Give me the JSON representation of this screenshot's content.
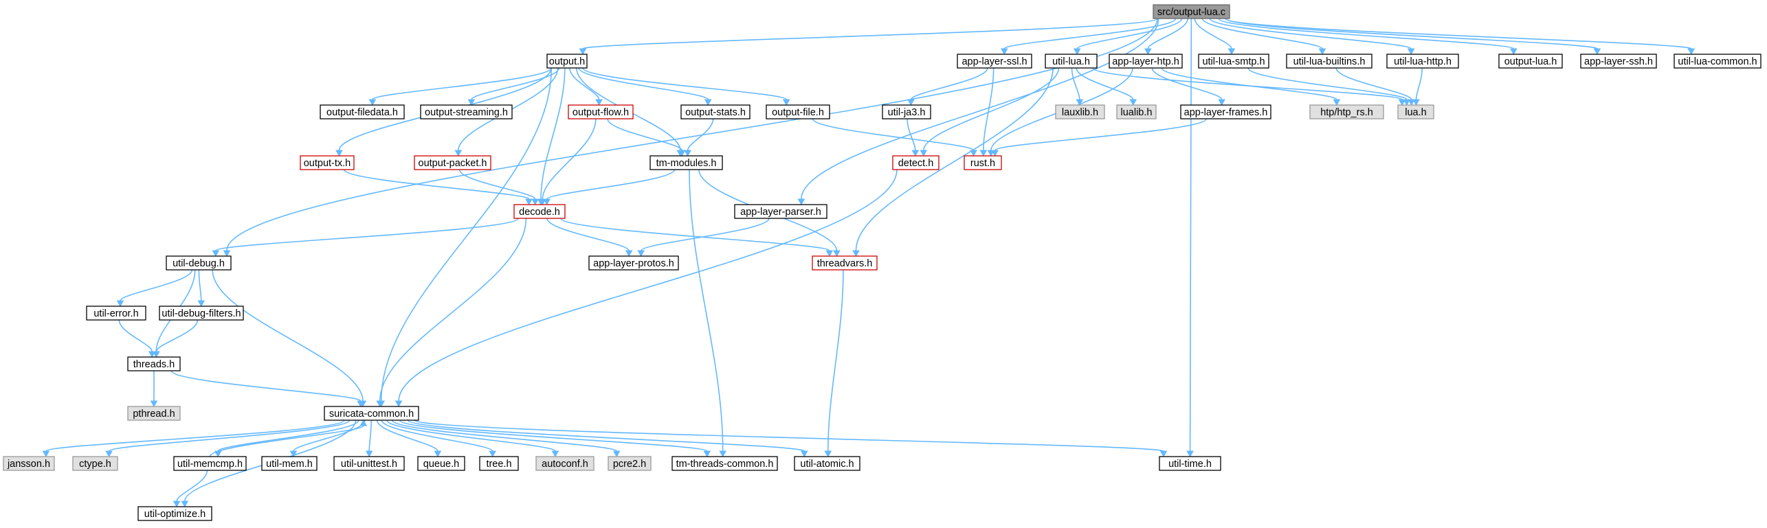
{
  "diagram": {
    "colors": {
      "edge": "#63b8ff",
      "root_fill": "#999999",
      "node_fill": "#ffffff",
      "node_border": "#000000",
      "truncated_border": "#cc0000",
      "external_fill": "#e0e0e0",
      "external_border": "#999999"
    },
    "nodes": [
      {
        "id": "root",
        "label": "src/output-lua.c",
        "kind": "root"
      },
      {
        "id": "output_h",
        "label": "output.h",
        "kind": "normal"
      },
      {
        "id": "app_layer_ssl",
        "label": "app-layer-ssl.h",
        "kind": "normal"
      },
      {
        "id": "util_lua",
        "label": "util-lua.h",
        "kind": "normal"
      },
      {
        "id": "app_layer_htp",
        "label": "app-layer-htp.h",
        "kind": "normal"
      },
      {
        "id": "util_lua_smtp",
        "label": "util-lua-smtp.h",
        "kind": "normal"
      },
      {
        "id": "util_lua_builtins",
        "label": "util-lua-builtins.h",
        "kind": "normal"
      },
      {
        "id": "util_lua_http",
        "label": "util-lua-http.h",
        "kind": "normal"
      },
      {
        "id": "output_lua_h",
        "label": "output-lua.h",
        "kind": "normal"
      },
      {
        "id": "app_layer_ssh",
        "label": "app-layer-ssh.h",
        "kind": "normal"
      },
      {
        "id": "util_lua_common",
        "label": "util-lua-common.h",
        "kind": "normal"
      },
      {
        "id": "output_filedata",
        "label": "output-filedata.h",
        "kind": "normal"
      },
      {
        "id": "output_streaming",
        "label": "output-streaming.h",
        "kind": "normal"
      },
      {
        "id": "output_flow",
        "label": "output-flow.h",
        "kind": "truncated"
      },
      {
        "id": "output_stats",
        "label": "output-stats.h",
        "kind": "normal"
      },
      {
        "id": "output_file",
        "label": "output-file.h",
        "kind": "normal"
      },
      {
        "id": "util_ja3",
        "label": "util-ja3.h",
        "kind": "normal"
      },
      {
        "id": "lauxlib",
        "label": "lauxlib.h",
        "kind": "external"
      },
      {
        "id": "lualib",
        "label": "lualib.h",
        "kind": "external"
      },
      {
        "id": "app_layer_frames",
        "label": "app-layer-frames.h",
        "kind": "normal"
      },
      {
        "id": "htp_rs",
        "label": "htp/htp_rs.h",
        "kind": "external"
      },
      {
        "id": "lua_h",
        "label": "lua.h",
        "kind": "external"
      },
      {
        "id": "output_tx",
        "label": "output-tx.h",
        "kind": "truncated"
      },
      {
        "id": "output_packet",
        "label": "output-packet.h",
        "kind": "truncated"
      },
      {
        "id": "tm_modules",
        "label": "tm-modules.h",
        "kind": "normal"
      },
      {
        "id": "detect_h",
        "label": "detect.h",
        "kind": "truncated"
      },
      {
        "id": "rust_h",
        "label": "rust.h",
        "kind": "truncated"
      },
      {
        "id": "decode_h",
        "label": "decode.h",
        "kind": "truncated"
      },
      {
        "id": "app_layer_parser",
        "label": "app-layer-parser.h",
        "kind": "normal"
      },
      {
        "id": "util_debug",
        "label": "util-debug.h",
        "kind": "normal"
      },
      {
        "id": "app_layer_protos",
        "label": "app-layer-protos.h",
        "kind": "normal"
      },
      {
        "id": "threadvars",
        "label": "threadvars.h",
        "kind": "truncated"
      },
      {
        "id": "util_error",
        "label": "util-error.h",
        "kind": "normal"
      },
      {
        "id": "util_debug_filters",
        "label": "util-debug-filters.h",
        "kind": "normal"
      },
      {
        "id": "threads_h",
        "label": "threads.h",
        "kind": "normal"
      },
      {
        "id": "pthread_h",
        "label": "pthread.h",
        "kind": "external"
      },
      {
        "id": "suricata_common",
        "label": "suricata-common.h",
        "kind": "normal"
      },
      {
        "id": "jansson",
        "label": "jansson.h",
        "kind": "external"
      },
      {
        "id": "ctype_h",
        "label": "ctype.h",
        "kind": "external"
      },
      {
        "id": "util_memcmp",
        "label": "util-memcmp.h",
        "kind": "normal"
      },
      {
        "id": "util_mem",
        "label": "util-mem.h",
        "kind": "normal"
      },
      {
        "id": "util_unittest",
        "label": "util-unittest.h",
        "kind": "normal"
      },
      {
        "id": "queue_h",
        "label": "queue.h",
        "kind": "normal"
      },
      {
        "id": "tree_h",
        "label": "tree.h",
        "kind": "normal"
      },
      {
        "id": "autoconf",
        "label": "autoconf.h",
        "kind": "external"
      },
      {
        "id": "pcre2",
        "label": "pcre2.h",
        "kind": "external"
      },
      {
        "id": "tm_threads_common",
        "label": "tm-threads-common.h",
        "kind": "normal"
      },
      {
        "id": "util_atomic",
        "label": "util-atomic.h",
        "kind": "normal"
      },
      {
        "id": "util_time",
        "label": "util-time.h",
        "kind": "normal"
      },
      {
        "id": "util_optimize",
        "label": "util-optimize.h",
        "kind": "normal"
      }
    ],
    "edges": [
      [
        "root",
        "output_h"
      ],
      [
        "root",
        "app_layer_ssl"
      ],
      [
        "root",
        "util_lua"
      ],
      [
        "root",
        "app_layer_htp"
      ],
      [
        "root",
        "util_lua_smtp"
      ],
      [
        "root",
        "util_lua_builtins"
      ],
      [
        "root",
        "util_lua_http"
      ],
      [
        "root",
        "output_lua_h"
      ],
      [
        "root",
        "app_layer_ssh"
      ],
      [
        "root",
        "util_lua_common"
      ],
      [
        "root",
        "util_debug"
      ],
      [
        "root",
        "app_layer_parser"
      ],
      [
        "root",
        "util_time"
      ],
      [
        "output_h",
        "output_filedata"
      ],
      [
        "output_h",
        "output_streaming"
      ],
      [
        "output_h",
        "output_flow"
      ],
      [
        "output_h",
        "output_stats"
      ],
      [
        "output_h",
        "output_file"
      ],
      [
        "output_h",
        "output_tx"
      ],
      [
        "output_h",
        "output_packet"
      ],
      [
        "output_h",
        "tm_modules"
      ],
      [
        "output_h",
        "decode_h"
      ],
      [
        "output_h",
        "suricata_common"
      ],
      [
        "app_layer_ssl",
        "util_ja3"
      ],
      [
        "app_layer_ssl",
        "rust_h"
      ],
      [
        "util_lua",
        "lauxlib"
      ],
      [
        "util_lua",
        "lualib"
      ],
      [
        "util_lua",
        "lua_h"
      ],
      [
        "util_lua",
        "detect_h"
      ],
      [
        "util_lua",
        "threadvars"
      ],
      [
        "app_layer_htp",
        "app_layer_frames"
      ],
      [
        "app_layer_htp",
        "htp_rs"
      ],
      [
        "app_layer_htp",
        "rust_h"
      ],
      [
        "util_lua_smtp",
        "lua_h"
      ],
      [
        "util_lua_builtins",
        "lua_h"
      ],
      [
        "util_lua_http",
        "lua_h"
      ],
      [
        "output_flow",
        "tm_modules"
      ],
      [
        "output_flow",
        "decode_h"
      ],
      [
        "output_stats",
        "tm_modules"
      ],
      [
        "output_file",
        "rust_h"
      ],
      [
        "util_ja3",
        "detect_h"
      ],
      [
        "app_layer_frames",
        "rust_h"
      ],
      [
        "output_tx",
        "decode_h"
      ],
      [
        "output_packet",
        "decode_h"
      ],
      [
        "tm_modules",
        "decode_h"
      ],
      [
        "tm_modules",
        "threadvars"
      ],
      [
        "tm_modules",
        "tm_threads_common"
      ],
      [
        "detect_h",
        "suricata_common"
      ],
      [
        "decode_h",
        "util_debug"
      ],
      [
        "decode_h",
        "app_layer_protos"
      ],
      [
        "decode_h",
        "threadvars"
      ],
      [
        "decode_h",
        "suricata_common"
      ],
      [
        "app_layer_parser",
        "app_layer_protos"
      ],
      [
        "threadvars",
        "util_atomic"
      ],
      [
        "util_debug",
        "util_error"
      ],
      [
        "util_debug",
        "util_debug_filters"
      ],
      [
        "util_debug",
        "threads_h"
      ],
      [
        "util_debug",
        "suricata_common"
      ],
      [
        "util_error",
        "threads_h"
      ],
      [
        "util_debug_filters",
        "threads_h"
      ],
      [
        "threads_h",
        "pthread_h"
      ],
      [
        "threads_h",
        "suricata_common"
      ],
      [
        "suricata_common",
        "jansson"
      ],
      [
        "suricata_common",
        "ctype_h"
      ],
      [
        "suricata_common",
        "util_memcmp"
      ],
      [
        "suricata_common",
        "util_mem"
      ],
      [
        "suricata_common",
        "util_unittest"
      ],
      [
        "suricata_common",
        "queue_h"
      ],
      [
        "suricata_common",
        "tree_h"
      ],
      [
        "suricata_common",
        "autoconf"
      ],
      [
        "suricata_common",
        "pcre2"
      ],
      [
        "suricata_common",
        "tm_threads_common"
      ],
      [
        "suricata_common",
        "util_atomic"
      ],
      [
        "suricata_common",
        "util_time"
      ],
      [
        "suricata_common",
        "util_optimize"
      ],
      [
        "util_memcmp",
        "suricata_common"
      ],
      [
        "util_memcmp",
        "util_optimize"
      ]
    ]
  }
}
